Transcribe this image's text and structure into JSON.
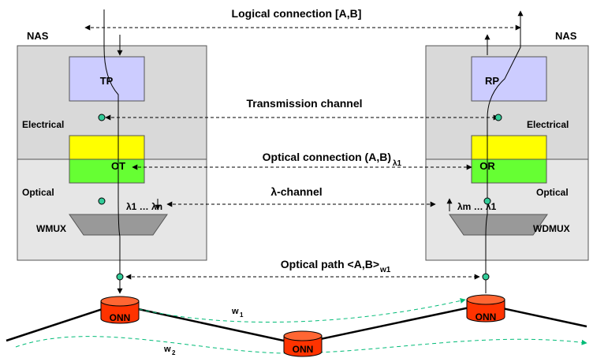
{
  "labels": {
    "logical_connection": "Logical connection  [A,B]",
    "nas_left": "NAS",
    "nas_right": "NAS",
    "tp": "TP",
    "rp": "RP",
    "transmission_channel": "Transmission channel",
    "electrical_left": "Electrical",
    "electrical_right": "Electrical",
    "optical_connection": "Optical connection  (A,B)",
    "optical_connection_sub": "λ1",
    "ot": "OT",
    "or": "OR",
    "optical_left": "Optical",
    "optical_right": "Optical",
    "lambda_channel": "λ-channel",
    "lambda_left": "λ1 … λn",
    "lambda_right": "λm … λ1",
    "wmux": "WMUX",
    "wdmux": "WDMUX",
    "optical_path": "Optical path <A,B>",
    "optical_path_sub": "w1",
    "w1": "w",
    "w1_sub": "1",
    "w2": "w",
    "w2_sub": "2",
    "onn_left": "ONN",
    "onn_center": "ONN",
    "onn_right": "ONN"
  },
  "colors": {
    "electrical_bg": "#d9d9d9",
    "optical_bg": "#e6e6e6",
    "tp_rp": "#ccccff",
    "ot_or_top": "#ffff00",
    "ot_or_bottom": "#66ff33",
    "mux": "#999999",
    "onn": "#ff3300",
    "node_dot": "#33cc99",
    "path_dashed": "#00bb77"
  }
}
